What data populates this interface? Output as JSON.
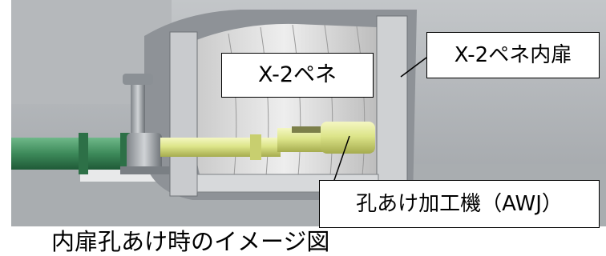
{
  "labels": {
    "penetration": "X-2ペネ",
    "inner_door": "X-2ペネ内扉",
    "machine": "孔あけ加工機（AWJ）"
  },
  "caption": "内扉孔あけ時のイメージ図",
  "colors": {
    "background": "#ffffff",
    "scene_gray": "#a9acaf",
    "green_pipe": "#3d8a5a",
    "yellow_tool": "#dde58a",
    "text": "#000000"
  }
}
